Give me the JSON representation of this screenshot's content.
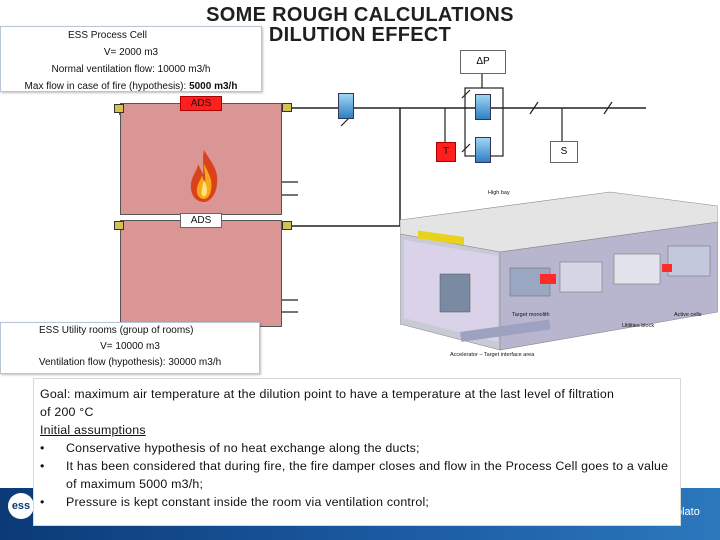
{
  "title": {
    "line1": "SOME ROUGH CALCULATIONS",
    "line2": "DILUTION EFFECT"
  },
  "process_cell_box": {
    "heading": "ESS Process Cell",
    "volume": "V= 2000 m3",
    "normal_flow": "Normal ventilation flow: 10000 m3/h",
    "max_flow_prefix": "Max flow in case of fire (hypothesis): ",
    "max_flow_value": "5000 m3/h"
  },
  "utility_box": {
    "heading": "ESS Utility rooms (group of rooms)",
    "volume": "V= 10000 m3",
    "flow": "Ventilation flow (hypothesis): 30000 m3/h"
  },
  "diagram": {
    "ads_top": "ADS",
    "ads_bottom": "ADS",
    "temperature_tag": "T",
    "pressure_tag": "ΔP",
    "sensor_tag": "S"
  },
  "facility": {
    "high_bay": "High bay",
    "target_monolith": "Target monolith",
    "utilities_block": "Utilities block",
    "active_cells": "Active cells",
    "interface": "Accelerator – Target interface area"
  },
  "goal": {
    "line1": "Goal: maximum air temperature at the dilution point to have a temperature at the last level of filtration",
    "line2": "of 200 °C",
    "heading": "Initial assumptions",
    "bullets": [
      "Conservative hypothesis of no heat exchange along the ducts;",
      "It has been considered that during fire, the fire damper closes and flow in the Process Cell goes to a value of maximum 5000 m3/h;",
      "Pressure is kept constant inside the room via ventilation control;"
    ]
  },
  "footer": {
    "logo": "ess",
    "name": "olato"
  },
  "colors": {
    "room_fill": "#d99694",
    "ads_tag": "#ff1f1f",
    "footer": "#1d5ea6",
    "filter": "#2e7fc4"
  }
}
